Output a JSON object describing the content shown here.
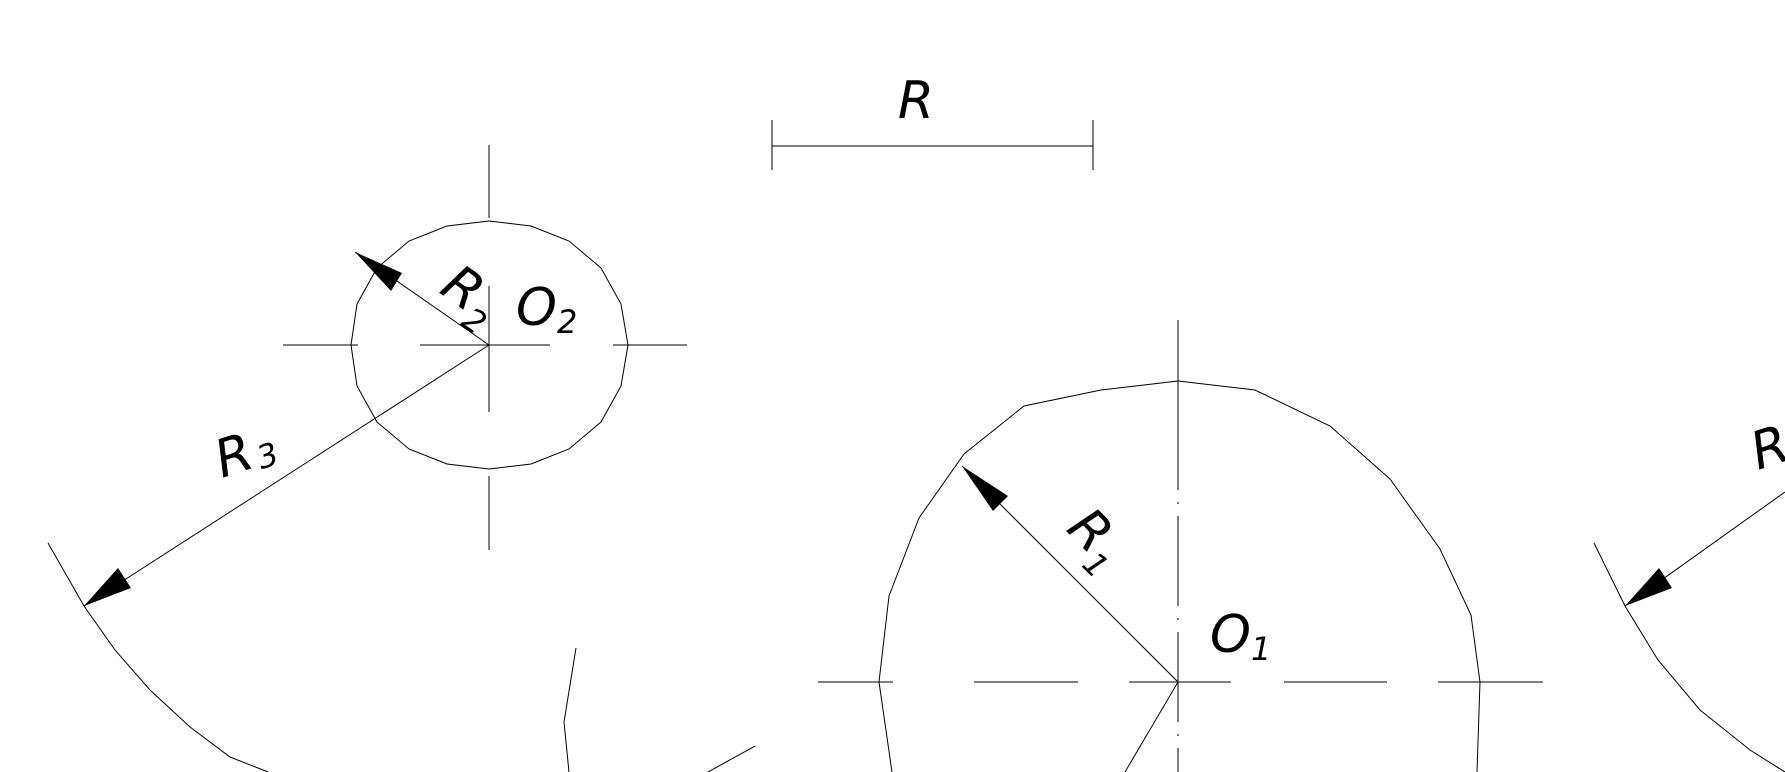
{
  "scale_bar": {
    "label": "R"
  },
  "circle_o2": {
    "center_label": "O",
    "center_sub": "2",
    "radius_label": "R",
    "radius_sub": "2"
  },
  "circle_o1": {
    "center_label": "O",
    "center_sub": "1",
    "radius_label": "R",
    "radius_sub": "1"
  },
  "arc_r3": {
    "label": "R",
    "sub": "3"
  },
  "edge_label": "R",
  "colors": {
    "line": "#000000",
    "background": "#ffffff"
  }
}
